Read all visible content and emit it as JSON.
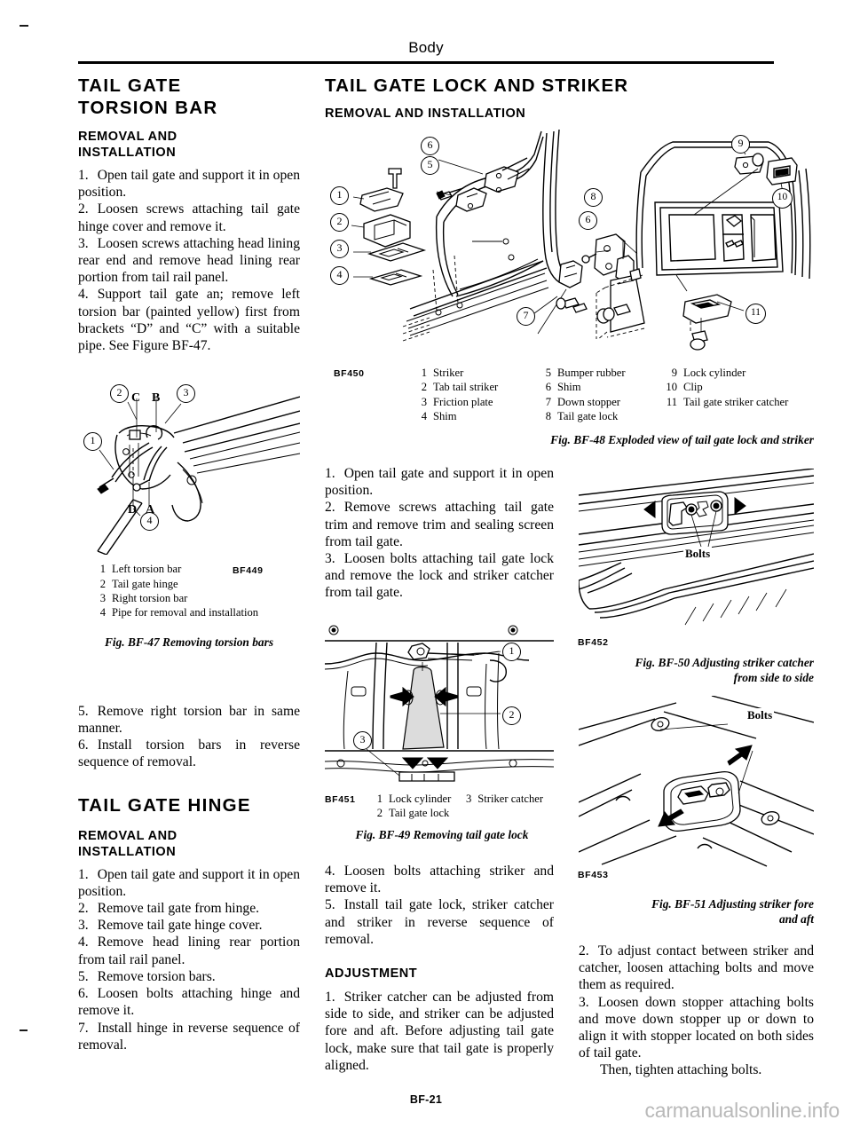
{
  "header": {
    "title": "Body"
  },
  "footer": {
    "page_number": "BF-21",
    "watermark": "carmanualsonline.info"
  },
  "left_column": {
    "section_title_line1": "TAIL GATE",
    "section_title_line2": "TORSION BAR",
    "subhead_line1": "REMOVAL AND",
    "subhead_line2": "INSTALLATION",
    "steps": [
      {
        "n": "1.",
        "text": "Open tail gate and support it in open position."
      },
      {
        "n": "2.",
        "text": "Loosen screws attaching tail gate hinge cover and remove it."
      },
      {
        "n": "3.",
        "text": "Loosen screws attaching head lining rear end and remove head lining rear portion from tail rail panel."
      },
      {
        "n": "4.",
        "text": "Support tail gate an; remove left torsion bar (painted yellow) first from brackets “D” and “C” with a suitable pipe. See Figure BF-47."
      }
    ],
    "figure_bf47": {
      "code": "BF449",
      "callouts": [
        "1",
        "2",
        "3",
        "4"
      ],
      "letters": [
        "A",
        "B",
        "C",
        "D"
      ],
      "parts": [
        {
          "n": "1",
          "label": "Left torsion bar"
        },
        {
          "n": "2",
          "label": "Tail gate hinge"
        },
        {
          "n": "3",
          "label": "Right torsion bar"
        },
        {
          "n": "4",
          "label": "Pipe for removal and installation"
        }
      ],
      "caption": "Fig. BF-47  Removing torsion bars"
    },
    "steps_cont": [
      {
        "n": "5.",
        "text": "Remove right torsion bar in same manner."
      },
      {
        "n": "6.",
        "text": "Install torsion bars in reverse sequence of removal."
      }
    ],
    "section_title_2": "TAIL GATE HINGE",
    "subhead2_line1": "REMOVAL AND",
    "subhead2_line2": "INSTALLATION",
    "steps2": [
      {
        "n": "1.",
        "text": "Open tail gate and support it in open position."
      },
      {
        "n": "2.",
        "text": "Remove tail gate from hinge."
      },
      {
        "n": "3.",
        "text": "Remove tail gate hinge cover."
      },
      {
        "n": "4.",
        "text": "Remove head lining rear portion from tail rail panel."
      },
      {
        "n": "5.",
        "text": "Remove torsion bars."
      },
      {
        "n": "6.",
        "text": "Loosen bolts attaching hinge and remove it."
      },
      {
        "n": "7.",
        "text": "Install hinge in reverse sequence of removal."
      }
    ]
  },
  "middle_column": {
    "section_title": "TAIL GATE LOCK AND STRIKER",
    "subhead": "REMOVAL AND INSTALLATION",
    "figure_bf48": {
      "code": "BF450",
      "callouts": [
        "1",
        "2",
        "3",
        "4",
        "5",
        "6",
        "6",
        "7",
        "8",
        "9",
        "10",
        "11"
      ],
      "parts_col1": [
        {
          "n": "1",
          "label": "Striker"
        },
        {
          "n": "2",
          "label": "Tab tail striker"
        },
        {
          "n": "3",
          "label": "Friction plate"
        },
        {
          "n": "4",
          "label": "Shim"
        }
      ],
      "parts_col2": [
        {
          "n": "5",
          "label": "Bumper rubber"
        },
        {
          "n": "6",
          "label": "Shim"
        },
        {
          "n": "7",
          "label": "Down stopper"
        },
        {
          "n": "8",
          "label": "Tail gate lock"
        }
      ],
      "parts_col3": [
        {
          "n": "9",
          "label": "Lock cylinder"
        },
        {
          "n": "10",
          "label": "Clip"
        },
        {
          "n": "11",
          "label": "Tail gate striker catcher"
        }
      ],
      "caption": "Fig. BF-48  Exploded view of tail gate lock and striker"
    },
    "steps": [
      {
        "n": "1.",
        "text": "Open tail gate and support it in open position."
      },
      {
        "n": "2.",
        "text": "Remove screws attaching tail gate trim and remove trim and sealing screen from tail gate."
      },
      {
        "n": "3.",
        "text": "Loosen bolts attaching tail gate lock and remove the lock and striker catcher from tail gate."
      }
    ],
    "figure_bf49": {
      "code": "BF451",
      "callouts": [
        "1",
        "2",
        "3"
      ],
      "parts": [
        {
          "n": "1",
          "label": "Lock cylinder"
        },
        {
          "n": "3",
          "label": "Striker catcher"
        },
        {
          "n": "2",
          "label": "Tail gate lock"
        }
      ],
      "caption": "Fig. BF-49  Removing tail gate lock"
    },
    "steps_cont": [
      {
        "n": "4.",
        "text": "Loosen bolts attaching striker and remove it."
      },
      {
        "n": "5.",
        "text": "Install tail gate lock, striker catcher and striker in reverse sequence of removal."
      }
    ],
    "adjustment_head": "ADJUSTMENT",
    "adjustment_steps": [
      {
        "n": "1.",
        "text": "Striker catcher can be adjusted from side to side, and striker can be adjusted fore and aft. Before adjusting tail gate lock, make sure that tail gate is properly aligned."
      }
    ]
  },
  "right_column": {
    "figure_bf50": {
      "code": "BF452",
      "label_bolts": "Bolts",
      "caption_line1": "Fig. BF-50  Adjusting striker catcher",
      "caption_line2": "from side to side"
    },
    "figure_bf51": {
      "code": "BF453",
      "label_bolts": "Bolts",
      "caption_line1": "Fig. BF-51  Adjusting striker fore",
      "caption_line2": "and aft"
    },
    "steps": [
      {
        "n": "2.",
        "text": "To adjust contact between striker and catcher, loosen attaching bolts and move them as required."
      },
      {
        "n": "3.",
        "text": "Loosen down stopper attaching bolts and move down stopper up or down to align it with stopper located on both sides of tail gate."
      },
      {
        "n": "",
        "text": "Then, tighten attaching bolts."
      }
    ]
  }
}
